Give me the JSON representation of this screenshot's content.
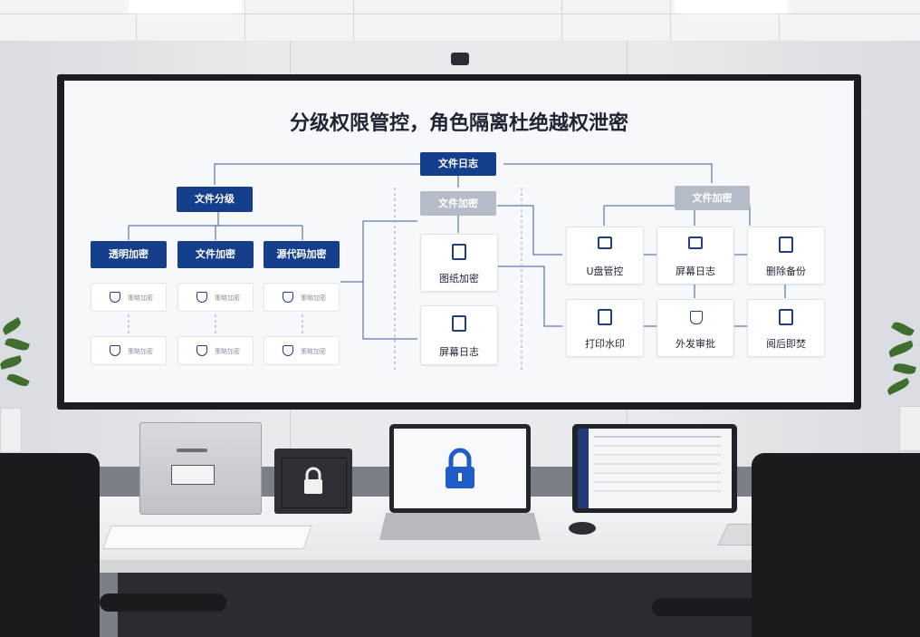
{
  "screen": {
    "title": "分级权限管控，角色隔离杜绝越权泄密",
    "top_node": "文件日志",
    "left_root": "文件分级",
    "left_children": [
      "透明加密",
      "文件加密",
      "源代码加密"
    ],
    "left_small_cards_row1": [
      "策略加密",
      "策略加密",
      "策略加密"
    ],
    "left_small_cards_row2": [
      "策略加密",
      "策略加密",
      "策略加密"
    ],
    "middle_header": "文件加密",
    "middle_cards": [
      "图纸加密",
      "屏幕日志"
    ],
    "right_header": "文件加密",
    "right_row1": [
      "U盘管控",
      "屏幕日志",
      "删除备份"
    ],
    "right_row2": [
      "打印水印",
      "外发审批",
      "阅后即焚"
    ]
  },
  "colors": {
    "navy": "#153e8c",
    "grey_node": "#b5bcc7",
    "screen_bg": "#f6f8fb"
  },
  "icons": [
    "lock-icon",
    "document-icon",
    "shield-icon",
    "printer-icon",
    "usb-icon"
  ]
}
